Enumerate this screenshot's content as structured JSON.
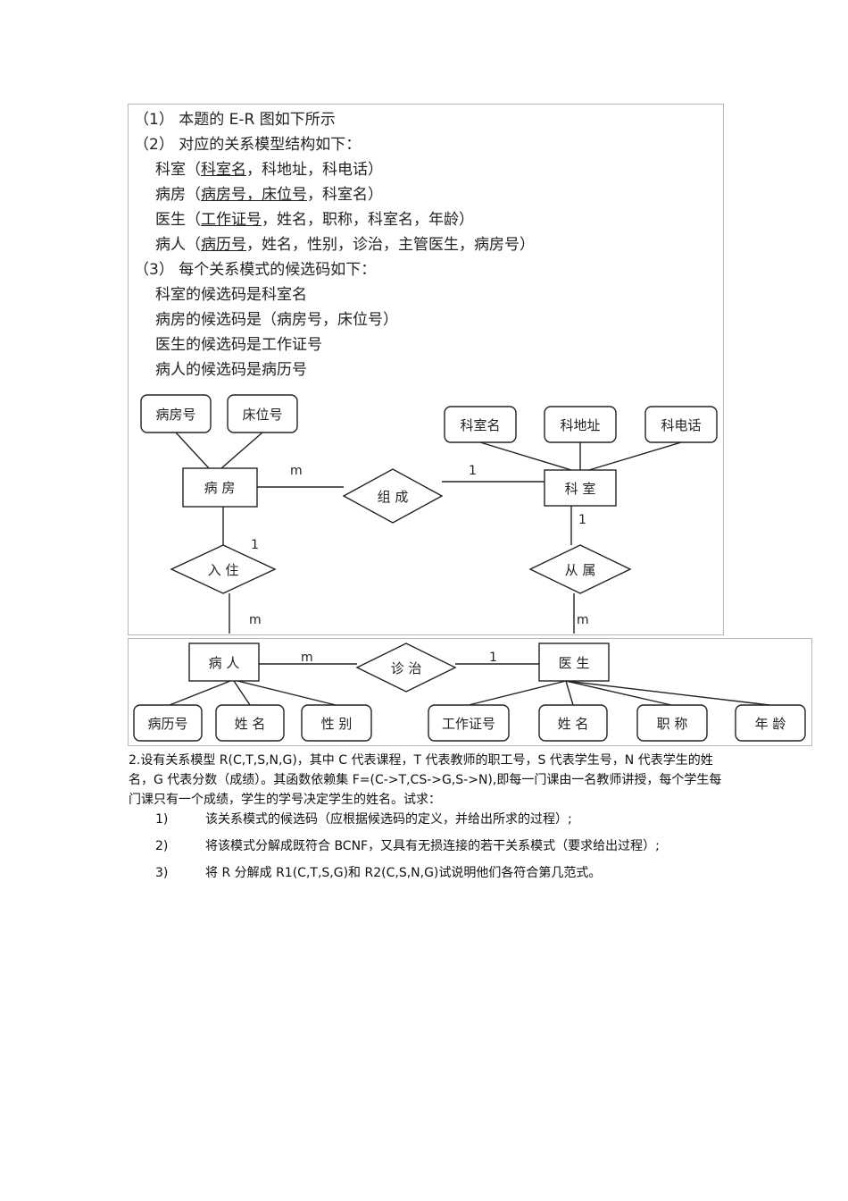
{
  "answer": {
    "line1": "（1）  本题的 E-R 图如下所示",
    "line2": "（2）  对应的关系模型结构如下：",
    "rel1": {
      "name": "科室（",
      "key": "科室名",
      "rest": "，科地址，科电话）"
    },
    "rel2": {
      "name": "病房（",
      "key": "病房号，床位号",
      "rest": "，科室名）"
    },
    "rel3": {
      "name": "医生（",
      "key": "工作证号",
      "rest": "，姓名，职称，科室名，年龄）"
    },
    "rel4": {
      "name": "病人（",
      "key": "病历号",
      "rest": "，姓名，性别，诊治，主管医生，病房号）"
    },
    "line3": "（3）  每个关系模式的候选码如下：",
    "cand1": "科室的候选码是科室名",
    "cand2": "病房的候选码是（病房号，床位号）",
    "cand3": "医生的候选码是工作证号",
    "cand4": "病人的候选码是病历号"
  },
  "er": {
    "attr_bingfanghao": "病房号",
    "attr_chuangweihao": "床位号",
    "attr_keshiming": "科室名",
    "attr_kedizhi": "科地址",
    "attr_kedianhua": "科电话",
    "entity_bingfang": "病  房",
    "rel_zucheng": "组 成",
    "entity_keshi": "科  室",
    "rel_ruzhu": "入 住",
    "rel_congshu": "从 属",
    "card_m1": "m",
    "card_1a": "1",
    "card_1b": "1",
    "card_1c": "1",
    "card_m2": "m",
    "card_m3": "m",
    "entity_bingren": "病  人",
    "rel_zhenzhi": "诊 治",
    "entity_yisheng": "医 生",
    "card_m4": "m",
    "card_1d": "1",
    "attr_binglihao": "病历号",
    "attr_xingming1": "姓 名",
    "attr_xingbie": "性 别",
    "attr_gongzuozhenghao": "工作证号",
    "attr_xingming2": "姓 名",
    "attr_zhicheng": "职 称",
    "attr_nianling": "年 龄"
  },
  "question": {
    "para": "2.设有关系模型 R(C,T,S,N,G)，其中 C 代表课程，T 代表教师的职工号，S 代表学生号，N 代表学生的姓名，G 代表分数（成绩）。其函数依赖集 F=(C->T,CS->G,S->N),即每一门课由一名教师讲授，每个学生每门课只有一个成绩，学生的学号决定学生的姓名。试求：",
    "items": [
      {
        "num": "1)",
        "text": "该关系模式的候选码（应根据候选码的定义，并给出所求的过程）;"
      },
      {
        "num": "2)",
        "text": "将该模式分解成既符合 BCNF，又具有无损连接的若干关系模式（要求给出过程）;"
      },
      {
        "num": "3)",
        "text": "将 R 分解成 R1(C,T,S,G)和 R2(C,S,N,G)试说明他们各符合第几范式。"
      }
    ]
  }
}
